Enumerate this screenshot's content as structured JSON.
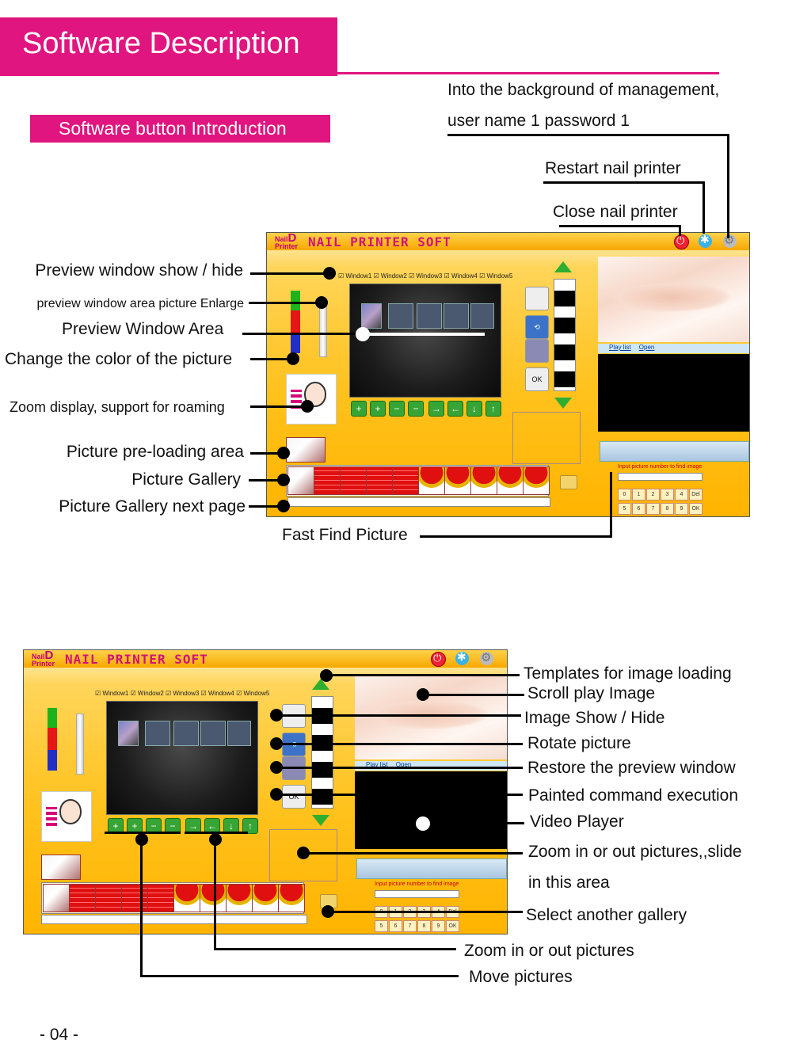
{
  "header": {
    "title": "Software Description",
    "subtitle": "Software button Introduction"
  },
  "app": {
    "logo_small": "Nail",
    "logo_big": "D",
    "logo_sub": "Printer",
    "title": "NAIL PRINTER SOFT",
    "window_checks": "☑ Window1 ☑ Window2 ☑ Window3 ☑ Window4 ☑ Window5",
    "ok_label": "OK",
    "playlist_label": "Play list",
    "open_label": "Open",
    "find_label": "Input picture number to find image",
    "keypad": [
      "0",
      "1",
      "2",
      "3",
      "4",
      "Del",
      "5",
      "6",
      "7",
      "8",
      "9",
      "OK"
    ],
    "nav_icons": [
      "zoom-in-icon",
      "zoom-in-icon",
      "zoom-out-icon",
      "zoom-out-icon",
      "arrow-right-icon",
      "arrow-left-icon",
      "arrow-down-icon",
      "arrow-up-icon"
    ],
    "colors": {
      "accent": "#e0157f",
      "title_pink": "#d1127b",
      "panel_orange": "#ffc21e",
      "green": "#37a436"
    }
  },
  "top_callouts": {
    "management_line1": "Into the background of management,",
    "management_line2": "user name 1 password 1",
    "restart": "Restart nail printer",
    "close": "Close nail printer",
    "preview_toggle": "Preview window show / hide",
    "enlarge": "preview window area picture Enlarge",
    "preview_area": "Preview Window Area",
    "color": "Change the color of the picture",
    "zoom_display": "Zoom display, support for roaming",
    "preload": "Picture pre-loading area",
    "gallery": "Picture Gallery",
    "gallery_next": "Picture Gallery next page",
    "fast_find": "Fast Find Picture"
  },
  "bottom_callouts": {
    "templates": "Templates for image loading",
    "scroll_play": "Scroll play Image",
    "image_toggle": "Image Show / Hide",
    "rotate": "Rotate picture",
    "restore": "Restore the preview window",
    "painted": "Painted command execution",
    "video": "Video Player",
    "zoom_slide_1": "Zoom in or out pictures,,slide",
    "zoom_slide_2": "in this area",
    "another_gallery": "Select another gallery",
    "zoom_pictures": "Zoom in or out pictures",
    "move_pictures": "Move pictures"
  },
  "footer": {
    "page": "- 04 -"
  }
}
